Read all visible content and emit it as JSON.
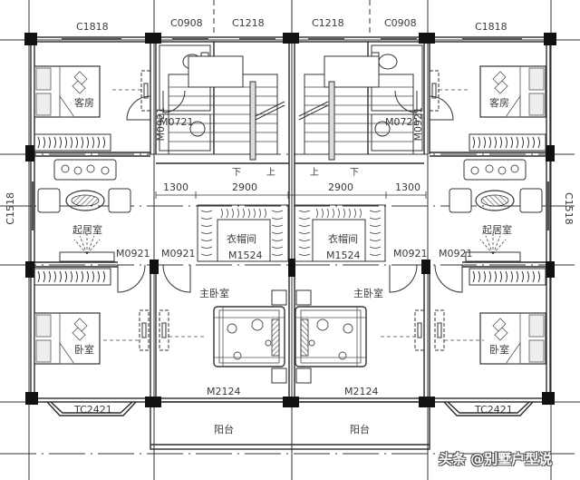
{
  "drawing": {
    "type": "floor-plan",
    "symmetric": true,
    "colors": {
      "line": "#2b2b2b",
      "column": "#111111",
      "axis": "#333333",
      "text": "#3a3a3a",
      "background": "#ffffff"
    }
  },
  "windows": {
    "top_left_bedroom": "C1818",
    "top_left_bath": "C0908",
    "top_left_stair": "C1218",
    "top_right_stair": "C1218",
    "top_right_bath": "C0908",
    "top_right_bedroom": "C1818",
    "left_living": "C1518",
    "right_living": "C1518",
    "bottom_left_bay": "TC2421",
    "bottom_right_bay": "TC2421"
  },
  "doors": {
    "left_bath": "M0721",
    "left_guest_vertical": "M0921",
    "right_bath": "M0721",
    "right_guest_vertical": "M0921",
    "left_living": "M0921",
    "left_master": "M0921",
    "right_master": "M0921",
    "right_living": "M0921",
    "left_closet": "M1524",
    "right_closet": "M1524",
    "left_balcony": "M2124",
    "right_balcony": "M2124"
  },
  "rooms": {
    "guest_room_left": "客房",
    "guest_room_right": "客房",
    "living_left": "起居室",
    "living_right": "起居室",
    "closet_left": "衣帽间",
    "closet_right": "衣帽间",
    "master_left": "主卧室",
    "master_right": "主卧室",
    "bedroom_left": "卧室",
    "bedroom_right": "卧室",
    "balcony_left": "阳台",
    "balcony_right": "阳台"
  },
  "stairs": {
    "left_down": "下",
    "left_up": "上",
    "right_up": "上",
    "right_down": "下"
  },
  "dimensions": {
    "left_1300": "1300",
    "left_2900": "2900",
    "right_2900": "2900",
    "right_1300": "1300"
  },
  "watermark": "头条 @别墅户型说"
}
